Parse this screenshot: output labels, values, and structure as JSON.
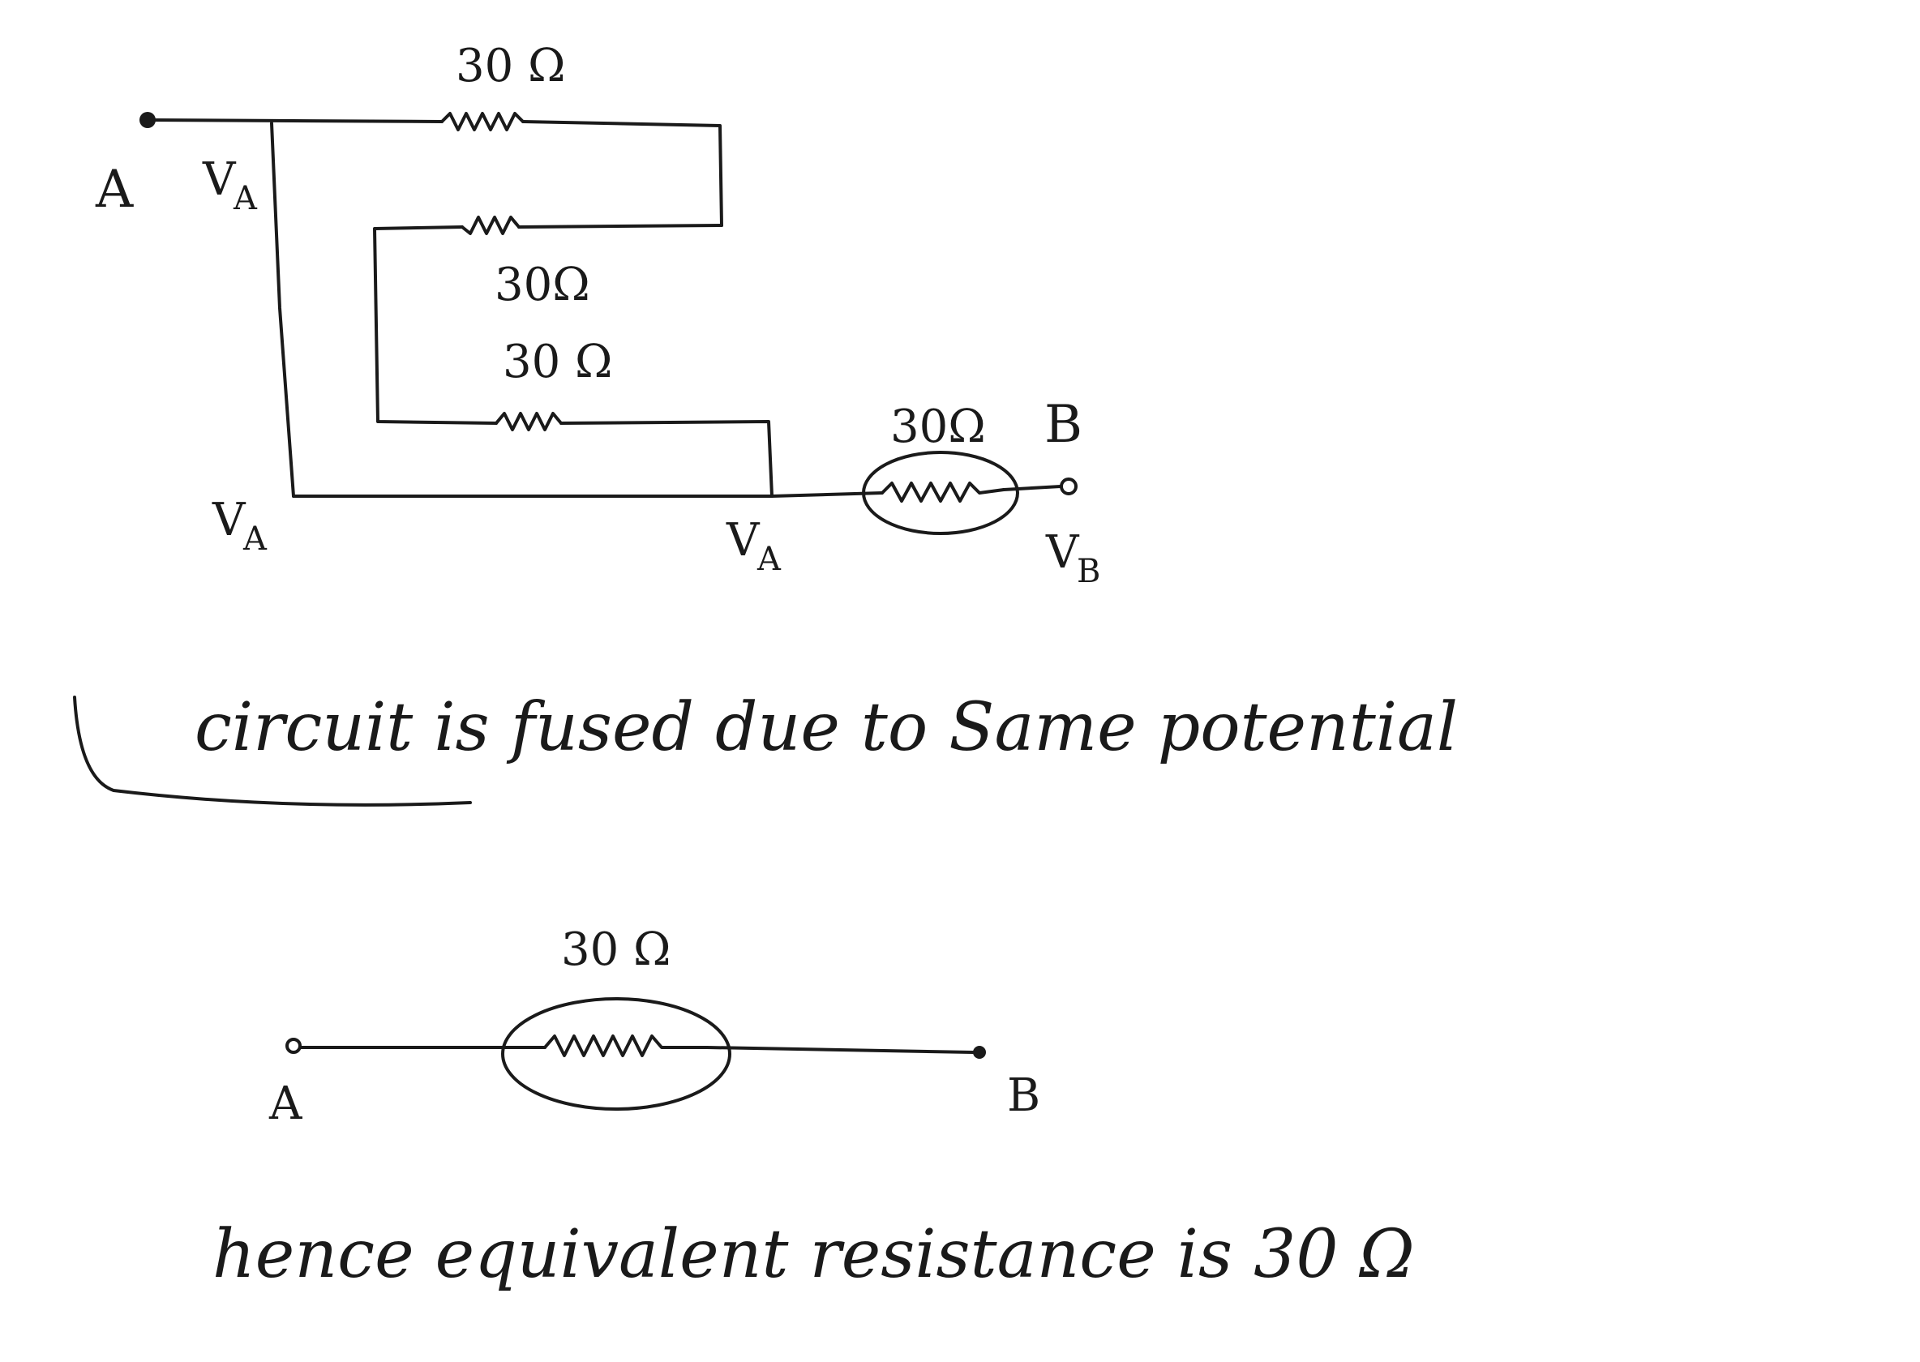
{
  "top_circuit": {
    "terminal_a": "A",
    "terminal_b": "B",
    "resistor_top": "30 Ω",
    "resistor_mid_upper": "30Ω",
    "resistor_mid_lower": "30 Ω",
    "resistor_series": "30Ω",
    "node_va_top": {
      "main": "V",
      "sub": "A"
    },
    "node_va_left": {
      "main": "V",
      "sub": "A"
    },
    "node_va_right": {
      "main": "V",
      "sub": "A"
    },
    "node_vb": {
      "main": "V",
      "sub": "B"
    }
  },
  "explanation": "circuit is fused due to Same potential",
  "bottom_circuit": {
    "resistor": "30 Ω",
    "terminal_a": "A",
    "terminal_b": "B"
  },
  "conclusion": "hence equivalent resistance is 30 Ω",
  "colors": {
    "ink": "#1a1a1a",
    "paper": "#ffffff"
  }
}
